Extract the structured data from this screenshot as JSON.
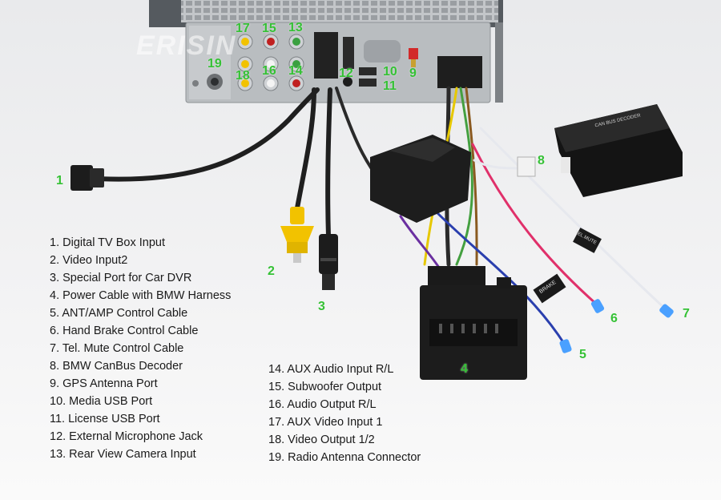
{
  "watermark": "ERISIN",
  "callouts": {
    "c1": "1",
    "c2": "2",
    "c3": "3",
    "c4": "4",
    "c5": "5",
    "c6": "6",
    "c7": "7",
    "c8": "8",
    "c9": "9",
    "c10": "10",
    "c11": "11",
    "c12": "12",
    "c13": "13",
    "c14": "14",
    "c15": "15",
    "c16": "16",
    "c17": "17",
    "c18": "18",
    "c19": "19"
  },
  "tags": {
    "tel_mute": "TEL.MUTE",
    "brake": "BRAKE",
    "decoder_label": "CAN BUS DECODER"
  },
  "legend": {
    "left": [
      "1. Digital TV Box Input",
      "2. Video Input2",
      "3. Special Port for Car DVR",
      "4. Power Cable with BMW Harness",
      "5. ANT/AMP Control Cable",
      "6. Hand Brake Control Cable",
      "7. Tel. Mute Control Cable",
      "8. BMW CanBus Decoder",
      "9. GPS Antenna Port",
      "10. Media USB Port",
      "11. License USB Port",
      "12. External Microphone Jack",
      "13. Rear View Camera Input"
    ],
    "right": [
      "14. AUX Audio Input R/L",
      "15. Subwoofer Output",
      "16. Audio Output R/L",
      "17. AUX Video Input 1",
      "18. Video Output 1/2",
      "19. Radio Antenna Connector"
    ]
  },
  "colors": {
    "callout": "#35c135",
    "chassis": "#b8bcbf",
    "connector": "#1c1c1c",
    "rca_yellow": "#f2c200",
    "rca_white": "#eeeeee",
    "rca_red": "#d02020",
    "wire_blue": "#2a3fae",
    "wire_purple": "#6a2fa0",
    "wire_pink": "#e0306a",
    "wire_white": "#e6e8ee",
    "terminal_blue": "#4aa0ff"
  }
}
